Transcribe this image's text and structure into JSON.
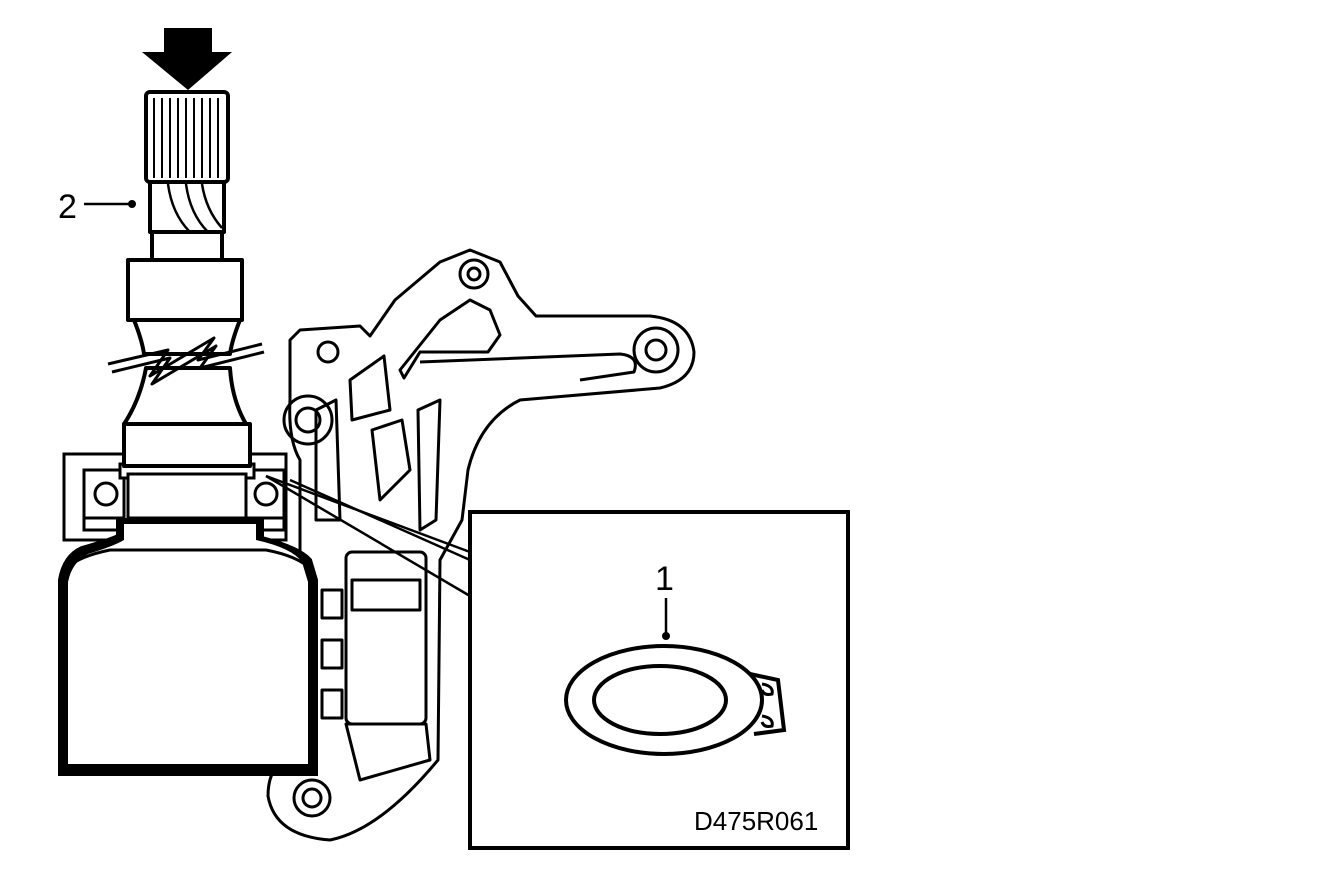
{
  "labels": {
    "part_2": "2",
    "part_1": "1",
    "figure_code": "D475R061"
  },
  "colors": {
    "ink": "#000000",
    "paper": "#ffffff"
  },
  "icons": {
    "press_direction": "down-arrow-icon",
    "snap_ring": "snap-ring-icon"
  }
}
